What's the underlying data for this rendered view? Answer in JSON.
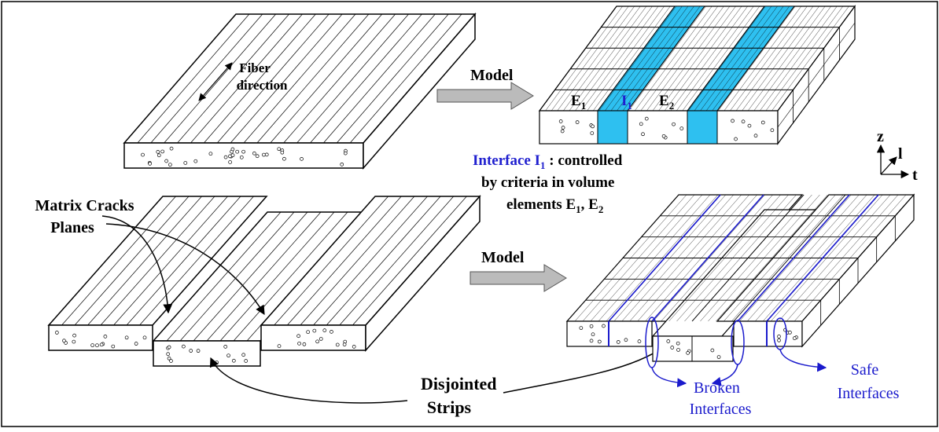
{
  "colors": {
    "interface_fill": "#2ec0f0",
    "interface_text": "#1f1fcf",
    "crack_line": "#1a1acc",
    "ink": "#000000",
    "body_fill": "#ffffff"
  },
  "labels": {
    "fiber_direction": [
      "Fiber",
      "direction"
    ],
    "model_top": "Model",
    "model_bottom": "Model",
    "elem_e": "E",
    "elem_i": "I",
    "sub_1": "1",
    "sub_2": "2",
    "interface_caption": {
      "blue_part": "Interface I",
      "blue_sub": "1",
      "line1_rest": " : controlled",
      "line2": "by criteria in volume",
      "line3_pre": "elements E",
      "line3_mid": ", E",
      "sub_1": "1",
      "sub_2": "2"
    },
    "axes": {
      "z": "z",
      "l": "l",
      "t": "t"
    },
    "matrix_cracks": [
      "Matrix Cracks",
      "Planes"
    ],
    "disjointed_strips": [
      "Disjointed",
      "Strips"
    ],
    "broken_interfaces": [
      "Broken",
      "Interfaces"
    ],
    "safe_interfaces": [
      "Safe",
      "Interfaces"
    ]
  }
}
